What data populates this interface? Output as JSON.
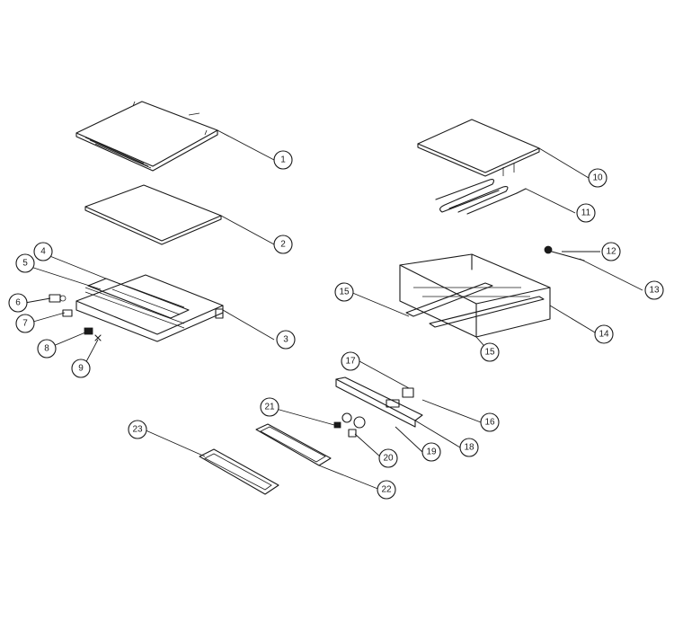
{
  "callouts": [
    {
      "id": "1",
      "label": "1"
    },
    {
      "id": "2",
      "label": "2"
    },
    {
      "id": "3",
      "label": "3"
    },
    {
      "id": "4",
      "label": "4"
    },
    {
      "id": "5",
      "label": "5"
    },
    {
      "id": "6",
      "label": "6"
    },
    {
      "id": "7",
      "label": "7"
    },
    {
      "id": "8",
      "label": "8"
    },
    {
      "id": "9",
      "label": "9"
    },
    {
      "id": "10",
      "label": "10"
    },
    {
      "id": "11",
      "label": "11"
    },
    {
      "id": "12",
      "label": "12"
    },
    {
      "id": "13",
      "label": "13"
    },
    {
      "id": "14",
      "label": "14"
    },
    {
      "id": "15a",
      "label": "15"
    },
    {
      "id": "15b",
      "label": "15"
    },
    {
      "id": "16",
      "label": "16"
    },
    {
      "id": "17",
      "label": "17"
    },
    {
      "id": "18",
      "label": "18"
    },
    {
      "id": "19",
      "label": "19"
    },
    {
      "id": "20",
      "label": "20"
    },
    {
      "id": "21",
      "label": "21"
    },
    {
      "id": "22",
      "label": "22"
    },
    {
      "id": "23",
      "label": "23"
    }
  ]
}
